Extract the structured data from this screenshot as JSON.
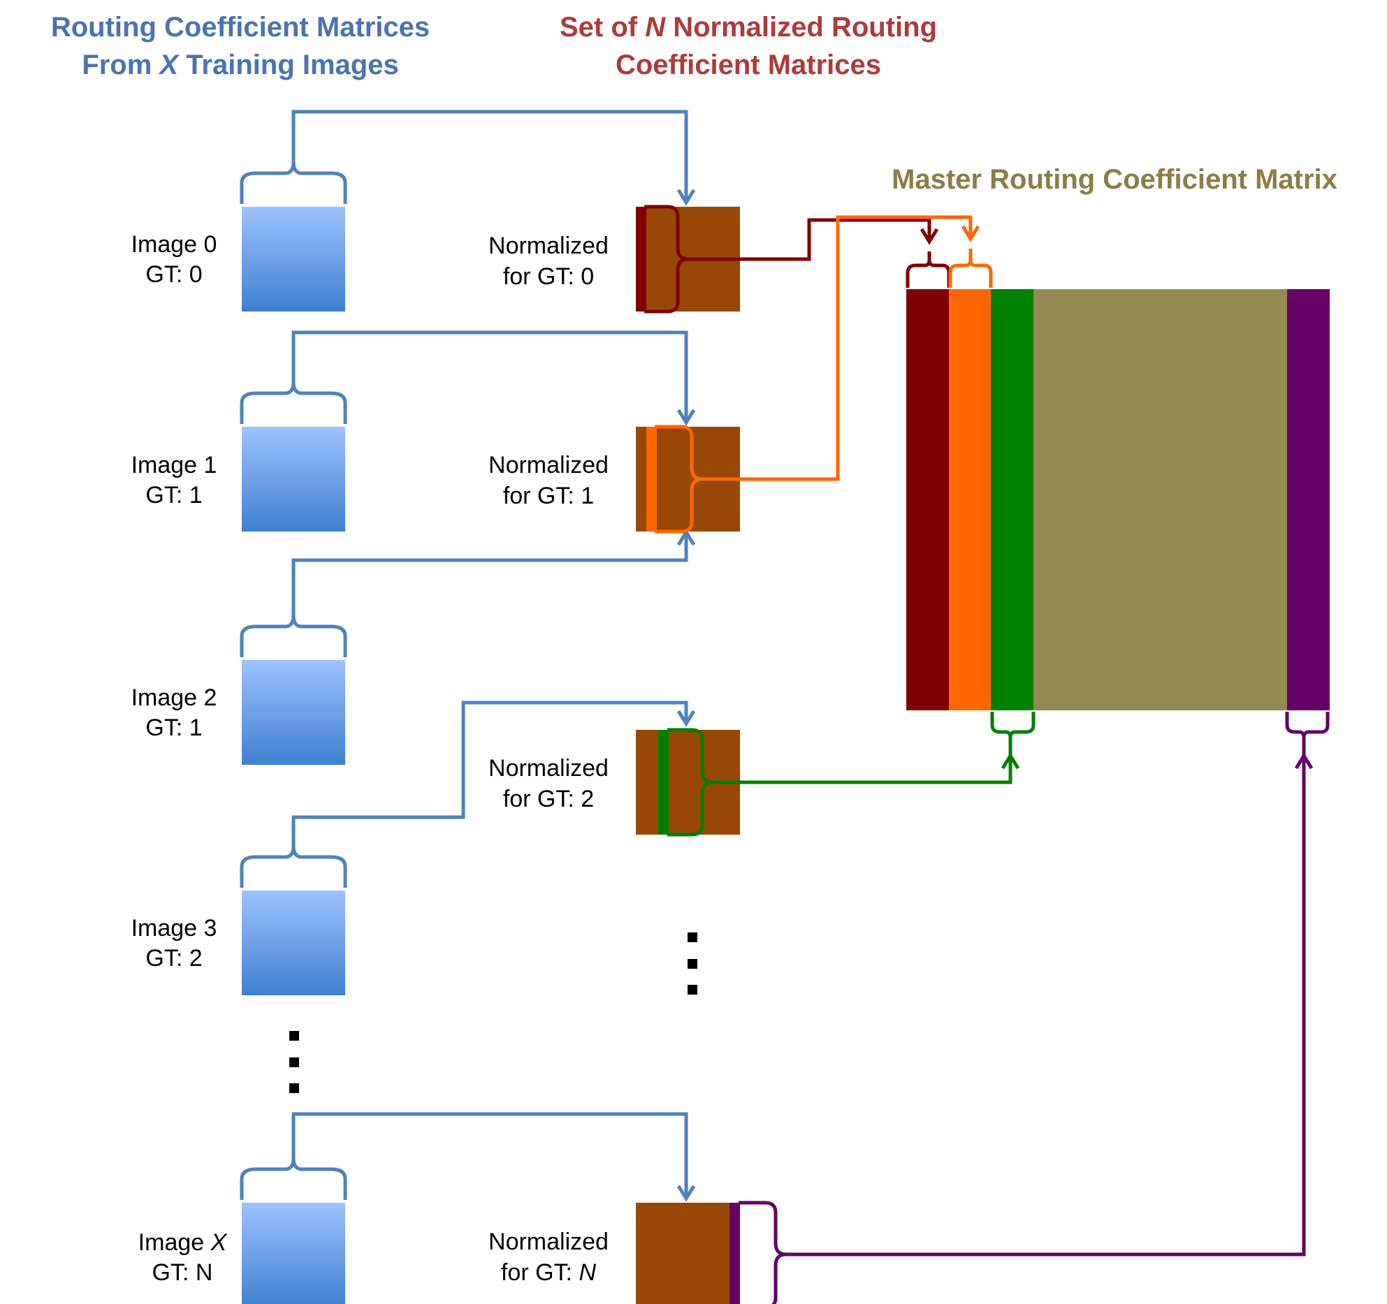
{
  "headers": {
    "left_line1": "Routing Coefficient Matrices",
    "left_line2_pre": "From ",
    "left_line2_var": "X",
    "left_line2_post": " Training Images",
    "middle_line1_pre": "Set of ",
    "middle_line1_var": "N",
    "middle_line1_post": " Normalized Routing",
    "middle_line2": "Coefficient Matrices",
    "master": "Master Routing Coefficient Matrix"
  },
  "images": [
    {
      "label": "Image 0",
      "gt": "GT: 0"
    },
    {
      "label": "Image 1",
      "gt": "GT: 1"
    },
    {
      "label": "Image 2",
      "gt": "GT: 1"
    },
    {
      "label": "Image 3",
      "gt": "GT: 2"
    },
    {
      "label_pre": "Image ",
      "label_var": "X",
      "gt": "GT: N"
    }
  ],
  "normalized": [
    {
      "line1": "Normalized",
      "line2": "for GT: 0"
    },
    {
      "line1": "Normalized",
      "line2": "for GT: 1"
    },
    {
      "line1": "Normalized",
      "line2": "for GT: 2"
    },
    {
      "line1": "Normalized",
      "line2_pre": "for GT: ",
      "line2_var": "N"
    }
  ],
  "colors": {
    "header_blue": "#4a73b0",
    "header_red": "#b03a3a",
    "header_master": "#8b7d45",
    "wire_blue": "#4f81bd",
    "matrix_brown": "#974806",
    "gt0": "#800000",
    "gt1": "#ff6600",
    "gt2": "#008000",
    "gtN": "#660066",
    "master_fill": "#948a54"
  }
}
